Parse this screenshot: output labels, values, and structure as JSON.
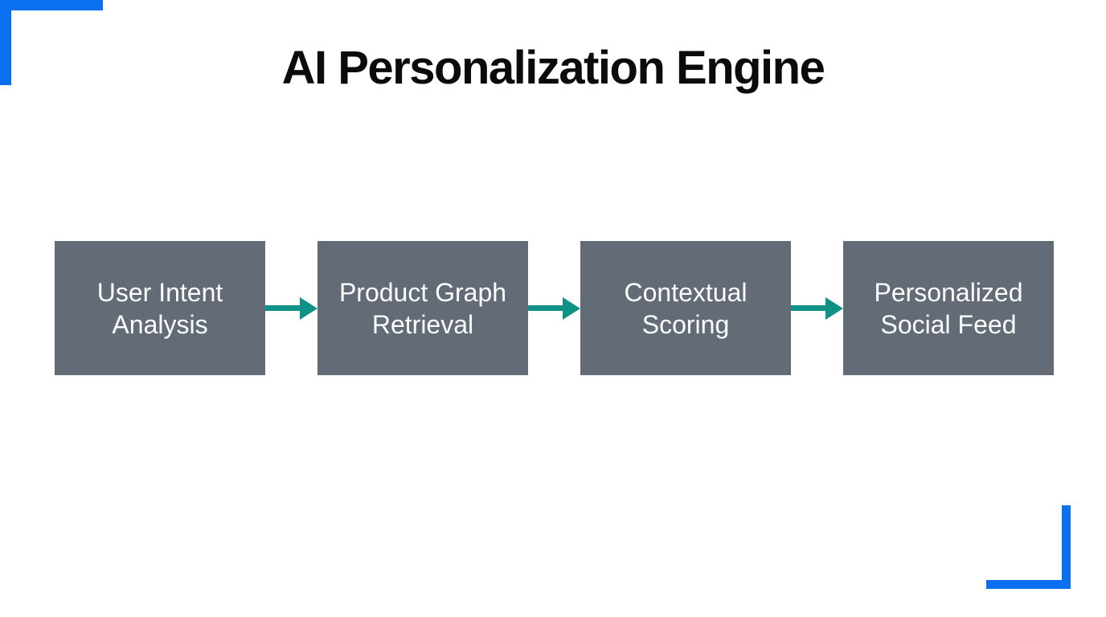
{
  "title": "AI Personalization Engine",
  "flow": {
    "direction": "left-to-right",
    "steps": [
      {
        "label": "User Intent Analysis",
        "lines": [
          "User Intent",
          "Analysis"
        ]
      },
      {
        "label": "Product Graph Retrieval",
        "lines": [
          "Product Graph",
          "Retrieval"
        ]
      },
      {
        "label": "Contextual Scoring",
        "lines": [
          "Contextual",
          "Scoring"
        ]
      },
      {
        "label": "Personalized Social Feed",
        "lines": [
          "Personalized",
          "Social Feed"
        ]
      }
    ]
  },
  "colors": {
    "accent": "#0b70f0",
    "box-bg": "#636b77",
    "box-text": "#fcfdfd",
    "arrow": "#0f9285",
    "title-text": "#0b0b0b"
  }
}
